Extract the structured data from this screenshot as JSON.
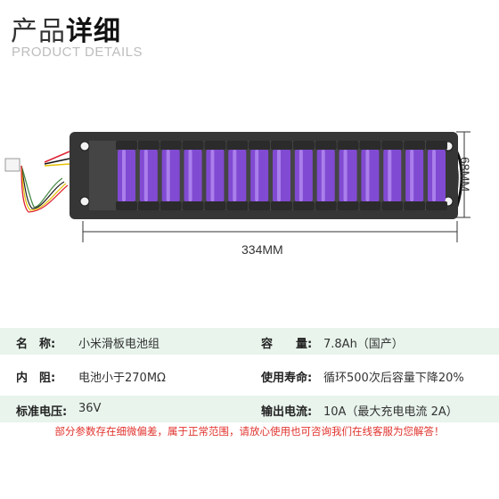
{
  "header": {
    "title_light": "产品",
    "title_bold": "详细",
    "subtitle": "PRODUCT DETAILS"
  },
  "dimensions": {
    "width_label": "334MM",
    "height_label": "68MM"
  },
  "colors": {
    "accent_row": "#e8f4ec",
    "cell_purple": "#7a3fd0",
    "note_red": "#e0322c"
  },
  "specs": {
    "row1": {
      "l_label": "名　称:",
      "l_value": "小米滑板电池组",
      "r_label": "容　　量:",
      "r_value": "7.8Ah（国产）"
    },
    "row2": {
      "l_label": "内　阻:",
      "l_value": "电池小于270MΩ",
      "r_label": "使用寿命:",
      "r_value": "循环500次后容量下降20%"
    },
    "row3": {
      "l_label": "标准电压:",
      "l_value": "36V",
      "r_label": "输出电流:",
      "r_value": "10A（最大充电电流 2A）"
    }
  },
  "note": "部分参数存在细微偏差，属于正常范围，请放心使用也可咨询我们在线客服为您解答！"
}
